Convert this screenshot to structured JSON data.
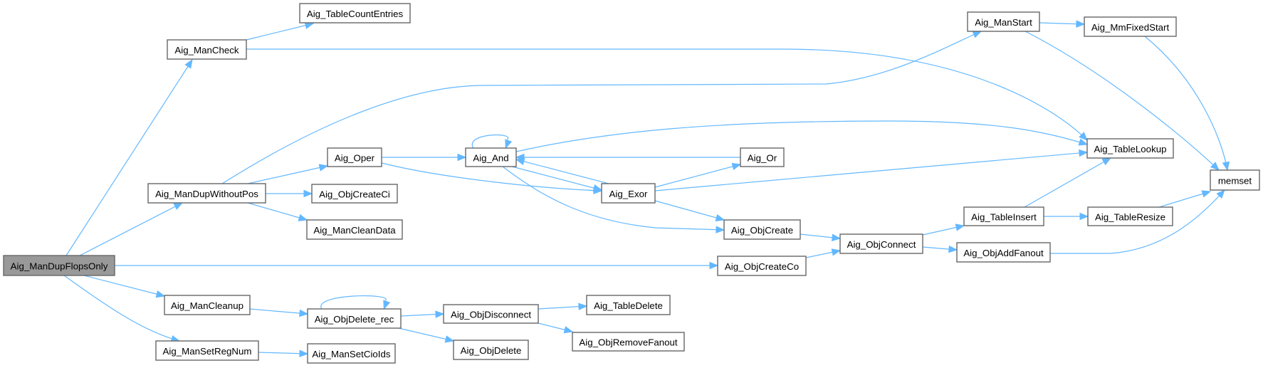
{
  "diagram": {
    "type": "call-graph",
    "root": "Aig_ManDupFlopsOnly",
    "colors": {
      "edge": "#63b8ff",
      "root_fill": "#999999",
      "node_fill": "#ffffff",
      "node_border": "#666666"
    },
    "nodes": [
      {
        "id": "Aig_ManDupFlopsOnly",
        "label": "Aig_ManDupFlopsOnly"
      },
      {
        "id": "Aig_ManCheck",
        "label": "Aig_ManCheck"
      },
      {
        "id": "Aig_TableCountEntries",
        "label": "Aig_TableCountEntries"
      },
      {
        "id": "Aig_ManDupWithoutPos",
        "label": "Aig_ManDupWithoutPos"
      },
      {
        "id": "Aig_Oper",
        "label": "Aig_Oper"
      },
      {
        "id": "Aig_ObjCreateCi",
        "label": "Aig_ObjCreateCi"
      },
      {
        "id": "Aig_ManCleanData",
        "label": "Aig_ManCleanData"
      },
      {
        "id": "Aig_And",
        "label": "Aig_And"
      },
      {
        "id": "Aig_Exor",
        "label": "Aig_Exor"
      },
      {
        "id": "Aig_Or",
        "label": "Aig_Or"
      },
      {
        "id": "Aig_ObjCreate",
        "label": "Aig_ObjCreate"
      },
      {
        "id": "Aig_ObjCreateCo",
        "label": "Aig_ObjCreateCo"
      },
      {
        "id": "Aig_ObjConnect",
        "label": "Aig_ObjConnect"
      },
      {
        "id": "Aig_TableInsert",
        "label": "Aig_TableInsert"
      },
      {
        "id": "Aig_ObjAddFanout",
        "label": "Aig_ObjAddFanout"
      },
      {
        "id": "Aig_TableResize",
        "label": "Aig_TableResize"
      },
      {
        "id": "Aig_TableLookup",
        "label": "Aig_TableLookup"
      },
      {
        "id": "Aig_ManStart",
        "label": "Aig_ManStart"
      },
      {
        "id": "Aig_MmFixedStart",
        "label": "Aig_MmFixedStart"
      },
      {
        "id": "memset",
        "label": "memset"
      },
      {
        "id": "Aig_ManCleanup",
        "label": "Aig_ManCleanup"
      },
      {
        "id": "Aig_ObjDelete_rec",
        "label": "Aig_ObjDelete_rec"
      },
      {
        "id": "Aig_ObjDisconnect",
        "label": "Aig_ObjDisconnect"
      },
      {
        "id": "Aig_ObjDelete",
        "label": "Aig_ObjDelete"
      },
      {
        "id": "Aig_TableDelete",
        "label": "Aig_TableDelete"
      },
      {
        "id": "Aig_ObjRemoveFanout",
        "label": "Aig_ObjRemoveFanout"
      },
      {
        "id": "Aig_ManSetRegNum",
        "label": "Aig_ManSetRegNum"
      },
      {
        "id": "Aig_ManSetCioIds",
        "label": "Aig_ManSetCioIds"
      }
    ],
    "edges": [
      {
        "from": "Aig_ManDupFlopsOnly",
        "to": "Aig_ManCheck"
      },
      {
        "from": "Aig_ManDupFlopsOnly",
        "to": "Aig_ManDupWithoutPos"
      },
      {
        "from": "Aig_ManDupFlopsOnly",
        "to": "Aig_ObjCreateCo"
      },
      {
        "from": "Aig_ManDupFlopsOnly",
        "to": "Aig_ManCleanup"
      },
      {
        "from": "Aig_ManDupFlopsOnly",
        "to": "Aig_ManSetRegNum"
      },
      {
        "from": "Aig_ManCheck",
        "to": "Aig_TableCountEntries"
      },
      {
        "from": "Aig_ManCheck",
        "to": "Aig_TableLookup"
      },
      {
        "from": "Aig_ManDupWithoutPos",
        "to": "Aig_ManStart"
      },
      {
        "from": "Aig_ManDupWithoutPos",
        "to": "Aig_Oper"
      },
      {
        "from": "Aig_ManDupWithoutPos",
        "to": "Aig_ObjCreateCi"
      },
      {
        "from": "Aig_ManDupWithoutPos",
        "to": "Aig_ManCleanData"
      },
      {
        "from": "Aig_Oper",
        "to": "Aig_And"
      },
      {
        "from": "Aig_Oper",
        "to": "Aig_Exor"
      },
      {
        "from": "Aig_And",
        "to": "Aig_And"
      },
      {
        "from": "Aig_And",
        "to": "Aig_TableLookup"
      },
      {
        "from": "Aig_And",
        "to": "Aig_Exor"
      },
      {
        "from": "Aig_And",
        "to": "Aig_ObjCreate"
      },
      {
        "from": "Aig_Exor",
        "to": "Aig_And"
      },
      {
        "from": "Aig_Exor",
        "to": "Aig_Or"
      },
      {
        "from": "Aig_Exor",
        "to": "Aig_TableLookup"
      },
      {
        "from": "Aig_Exor",
        "to": "Aig_ObjCreate"
      },
      {
        "from": "Aig_Or",
        "to": "Aig_And"
      },
      {
        "from": "Aig_ObjCreate",
        "to": "Aig_ObjConnect"
      },
      {
        "from": "Aig_ObjCreateCo",
        "to": "Aig_ObjConnect"
      },
      {
        "from": "Aig_ObjConnect",
        "to": "Aig_TableInsert"
      },
      {
        "from": "Aig_ObjConnect",
        "to": "Aig_ObjAddFanout"
      },
      {
        "from": "Aig_TableInsert",
        "to": "Aig_TableLookup"
      },
      {
        "from": "Aig_TableInsert",
        "to": "Aig_TableResize"
      },
      {
        "from": "Aig_TableResize",
        "to": "memset"
      },
      {
        "from": "Aig_ObjAddFanout",
        "to": "memset"
      },
      {
        "from": "Aig_ManStart",
        "to": "Aig_MmFixedStart"
      },
      {
        "from": "Aig_ManStart",
        "to": "memset"
      },
      {
        "from": "Aig_MmFixedStart",
        "to": "memset"
      },
      {
        "from": "Aig_ManCleanup",
        "to": "Aig_ObjDelete_rec"
      },
      {
        "from": "Aig_ObjDelete_rec",
        "to": "Aig_ObjDelete_rec"
      },
      {
        "from": "Aig_ObjDelete_rec",
        "to": "Aig_ObjDisconnect"
      },
      {
        "from": "Aig_ObjDelete_rec",
        "to": "Aig_ObjDelete"
      },
      {
        "from": "Aig_ObjDisconnect",
        "to": "Aig_TableDelete"
      },
      {
        "from": "Aig_ObjDisconnect",
        "to": "Aig_ObjRemoveFanout"
      },
      {
        "from": "Aig_ManSetRegNum",
        "to": "Aig_ManSetCioIds"
      }
    ]
  }
}
